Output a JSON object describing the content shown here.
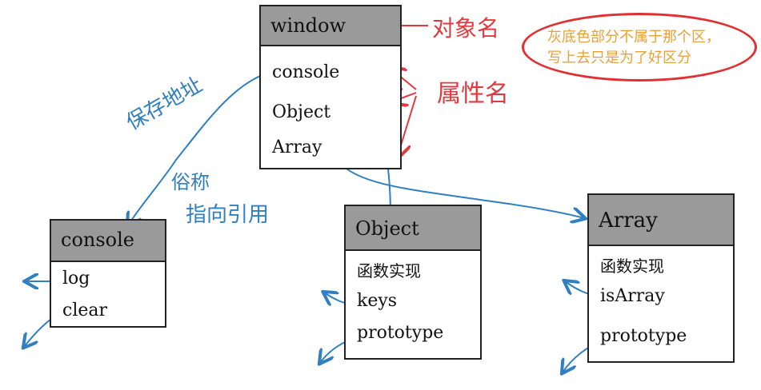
{
  "window_box": {
    "title": "window",
    "props": [
      "console",
      "Object",
      "Array"
    ]
  },
  "console_box": {
    "title": "console",
    "props": [
      "log",
      "clear"
    ]
  },
  "object_box": {
    "title": "Object",
    "section": "函数实现",
    "props": [
      "keys",
      "prototype"
    ]
  },
  "array_box": {
    "title": "Array",
    "section": "函数实现",
    "props": [
      "isArray",
      "prototype"
    ]
  },
  "labels": {
    "object_name": "对象名",
    "property_name": "属性名",
    "save_address": "保存地址",
    "also_called": "俗称",
    "points_to_reference": "指向引用"
  },
  "note": {
    "line1": "灰底色部分不属于那个区，",
    "line2": "写上去只是为了好区分"
  },
  "colors": {
    "blue": "#2f7fc1",
    "red": "#e2393e",
    "orange": "#e8a13a",
    "header_gray": "#9a9a9a"
  }
}
